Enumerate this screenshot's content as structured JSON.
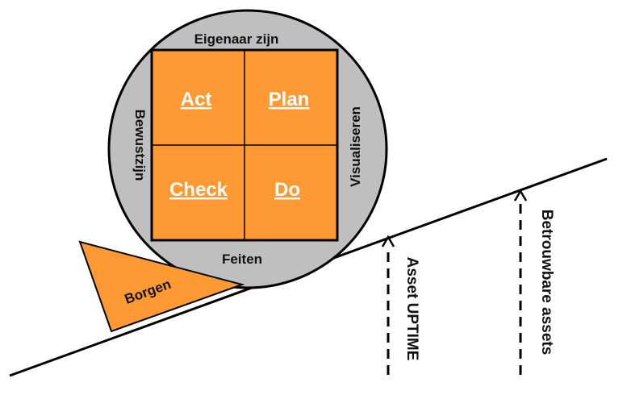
{
  "diagram": {
    "circle_labels": {
      "top": "Eigenaar zijn",
      "left": "Bewustzijn",
      "right": "Visualiseren",
      "bottom": "Feiten"
    },
    "quadrants": {
      "top_left": "Act",
      "top_right": "Plan",
      "bottom_left": "Check",
      "bottom_right": "Do"
    },
    "wedge_label": "Borgen",
    "arrows": {
      "first": "Asset UPTIME",
      "second": "Betrouwbare assets"
    },
    "colors": {
      "orange": "#FF9933",
      "circle_fill": "#BFBFBF",
      "outline": "#000000",
      "quad_label": "#FFFFFF"
    }
  }
}
